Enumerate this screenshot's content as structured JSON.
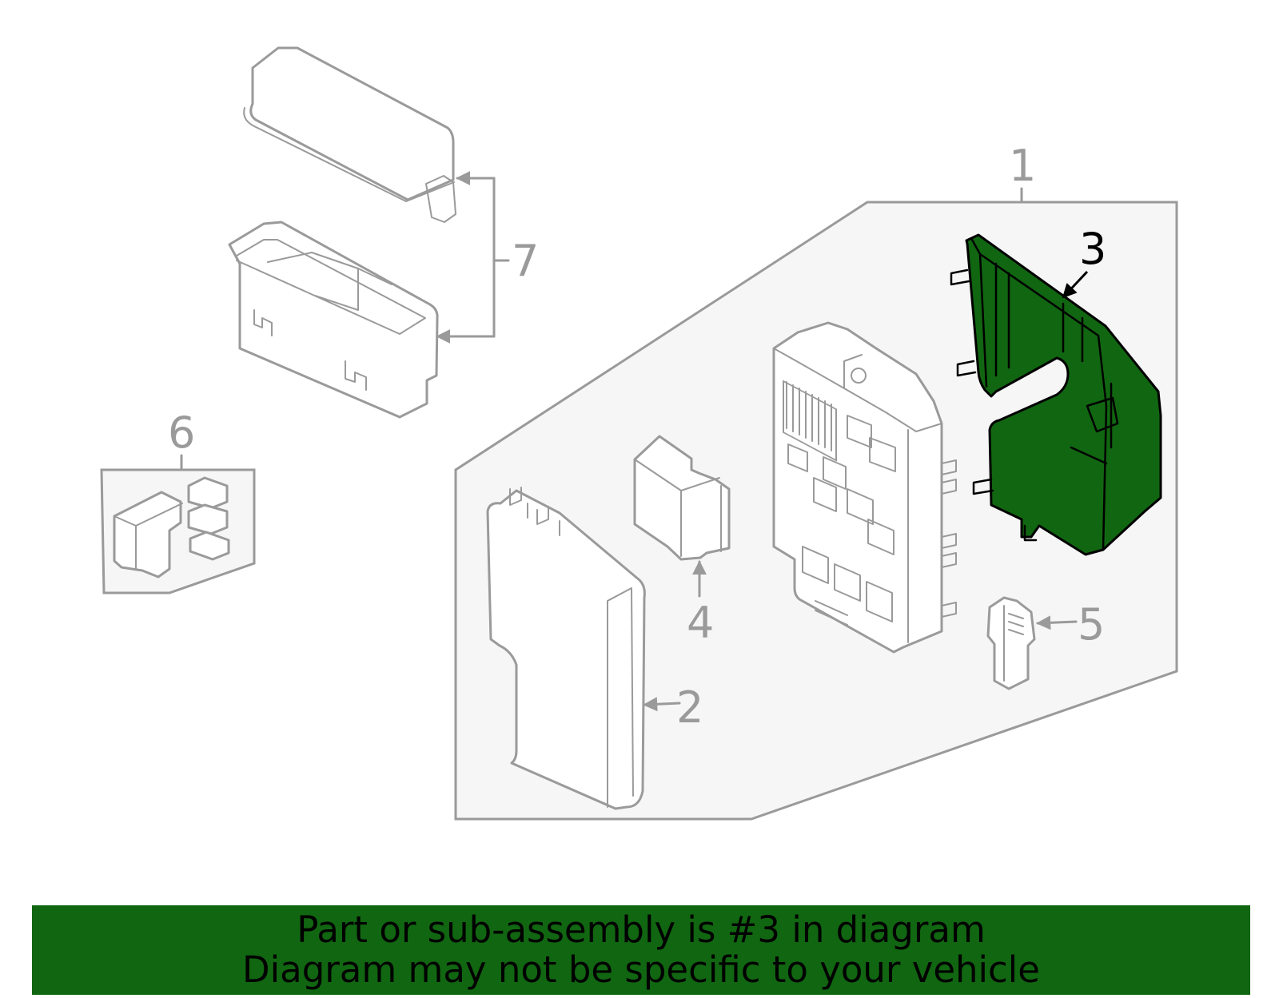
{
  "diagram": {
    "highlight_color": "#116611",
    "line_color": "#9a9a9a",
    "callouts": {
      "c1": "1",
      "c2": "2",
      "c3": "3",
      "c4": "4",
      "c5": "5",
      "c6": "6",
      "c7": "7"
    }
  },
  "banner": {
    "line1": "Part or sub-assembly is #3 in diagram",
    "line2": "Diagram may not be specific to your vehicle"
  }
}
